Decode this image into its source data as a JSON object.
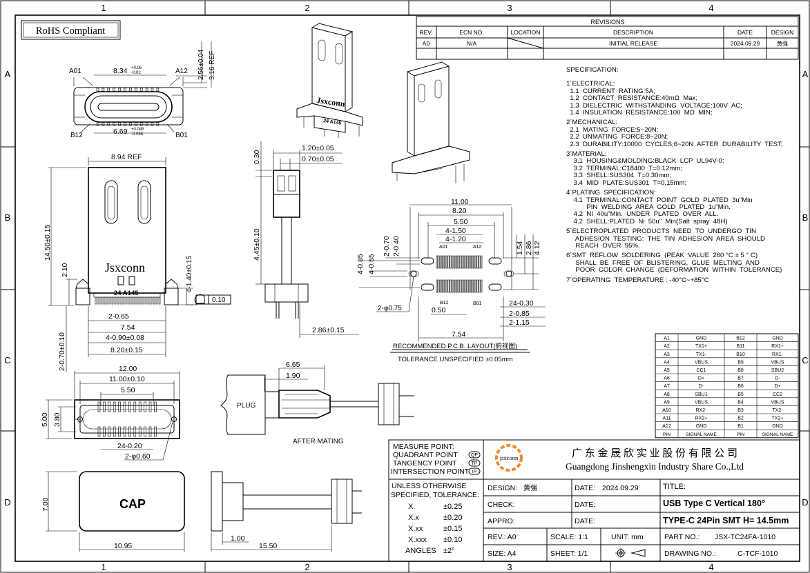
{
  "border": {
    "columns": [
      "1",
      "2",
      "3",
      "4"
    ],
    "rows": [
      "A",
      "B",
      "C",
      "D"
    ]
  },
  "rohs": "RoHS Compliant",
  "revisions": {
    "title": "REVISIONS",
    "headers": [
      "REV.",
      "ECN NO.",
      "LOCATION",
      "DESCRIPTION",
      "DATE",
      "DESIGN"
    ],
    "row": [
      "A0",
      "N/A",
      "",
      "INITIAL RELEASE",
      "2024.09.29",
      "黄强"
    ]
  },
  "spec": {
    "heading": "SPECIFICATION:",
    "lines": [
      "1´ELECTRICAL:",
      "  1.1  CURRENT  RATING:5A;",
      "  1.2  CONTACT  RESISTANCE:40mΩ  Max;",
      "  1.3  DIELECTRIC  WITHSTANDING  VOLTAGE:100V  AC;",
      "  1.4  INSULATION  RESISTANCE:100  MΩ  MIN;",
      "",
      "2´MECHANICAL:",
      "  2.1  MATING  FORCE:5~20N;",
      "  2.2  UNMATING  FORCE:8~20N;",
      "  2.3  DURABILITY:10000  CYCLES;6~20N  AFTER  DURABILITY  TEST;",
      "",
      "3´MATERIAL:",
      "    3.1  HOUSING&MOLDING:BLACK  LCP  UL94V-0;",
      "    3.2  TERMINAL:C18400  T=0.12mm;",
      "    3.3  SHELL:SUS304  T=0.30mm;",
      "    3.4  MID  PLATE:SUS301  T=0.15mm;",
      "",
      "4´PLATING  SPECIFICATION:",
      "    4.1  TERMINAL:CONTACT  POINT  GOLD  PLATED  3u\"Min",
      "           PIN  WELDING  AREA  GOLD  PLATED  1u\"Min.",
      "    4.2  NI  40u\"Min.  UNDER  PLATED  OVER  ALL.",
      "    4.2  SHELL:PLATED  Ni  50u\"  Min(Salt  spray  48H)",
      "",
      "5´ELECTROPLATED  PRODUCTS  NEED  TO  UNDERGO  TIN",
      "     ADHESION  TESTING:  THE  TIN  ADHESION  AREA  SHOULD",
      "     REACH  OVER  95%.",
      "",
      "6´SMT  REFLOW  SOLDERING  (PEAK  VALUE  260 °C ± 5 ° C)",
      "     SHALL  BE  FREE  OF  BLISTERING,  GLUE  MELTING  AND",
      "     POOR  COLOR  CHANGE  (DEFORMATION  WITHIN  TOLERANCE)",
      "",
      "7´OPERATING  TEMPERATURE : -40°C~+85°C"
    ]
  },
  "pin_table": {
    "rows": [
      [
        "A1",
        "GND",
        "B12",
        "GND"
      ],
      [
        "A2",
        "TX1+",
        "B11",
        "RX1+"
      ],
      [
        "A3",
        "TX1-",
        "B10",
        "RX1-"
      ],
      [
        "A4",
        "VBUS",
        "B9",
        "VBUS"
      ],
      [
        "A5",
        "CC1",
        "B8",
        "SBU2"
      ],
      [
        "A6",
        "D+",
        "B7",
        "D-"
      ],
      [
        "A7",
        "D-",
        "B6",
        "D+"
      ],
      [
        "A8",
        "SBU1",
        "B5",
        "CC2"
      ],
      [
        "A9",
        "VBUS",
        "B4",
        "VBUS"
      ],
      [
        "A10",
        "RX2-",
        "B3",
        "TX2-"
      ],
      [
        "A11",
        "RX2+",
        "B2",
        "TX2+"
      ],
      [
        "A12",
        "GND",
        "B1",
        "GND"
      ]
    ],
    "footer": [
      "PIN",
      "SIGNAL NAME",
      "PIN",
      "SIGNAL NAME"
    ]
  },
  "views": {
    "top": {
      "a01": "A01",
      "a12": "A12",
      "b12": "B12",
      "b01": "B01",
      "w1": "8.34",
      "w1_tol_up": "+0.06",
      "w1_tol_dn": "-0.02",
      "w2": "6.69",
      "w2_tol_up": "+0.045",
      "w2_tol_dn": "-0.055",
      "h1": "2.56±0.04",
      "h2": "3.16 REF"
    },
    "front": {
      "width_ref": "8.94 REF",
      "height": "14.50±0.15",
      "h_small": "2.10",
      "brand": "Jsxconn",
      "marking": "24  A145",
      "side": "4-1.40±0.15",
      "flat": "0.10",
      "d1": "2-0.65",
      "d2": "7.54",
      "d3": "4-0.90±0.08",
      "d4": "8.20±0.15",
      "d5": "2-0.70±0.10"
    },
    "side": {
      "d1": "1.20±0.05",
      "d2": "0.70±0.05",
      "d3": "0.30",
      "d4": "4.45±0.10",
      "d5": "2.86±0.15"
    },
    "pcb": {
      "d1": "11.00",
      "d2": "8.20",
      "d3": "5.50",
      "d4": "4-1.50",
      "d5": "4-1.20",
      "d6": "2-0.70",
      "d7": "2-0.40",
      "d8": "4-0.85",
      "d9": "4-0.55",
      "d10": "1.54",
      "d11": "2.86",
      "d12": "4.12",
      "a01": "A01",
      "a12": "A12",
      "b12": "B12",
      "b01": "B01",
      "d13": "24-0.30",
      "d14": "2-0.85",
      "d15": "2-1.15",
      "d16": "0.50",
      "d17": "2-φ0.75",
      "d18": "7.54",
      "caption": "RECOMMENDED    P.C.B.  LAYOUT(俯视图)",
      "tolerance": "TOLERANCE  UNSPECIFIED  ±0.05mm"
    },
    "bottom": {
      "d1": "12.00",
      "d2": "11.00±0.10",
      "d3": "5.50",
      "d4": "5.00",
      "d5": "3.80",
      "d6": "24-0.20",
      "d7": "2-φ0.60"
    },
    "mating": {
      "d1": "6.65",
      "d2": "1.90",
      "plug": "PLUG",
      "caption": "AFTER  MATING"
    },
    "cap": {
      "label": "CAP",
      "d1": "7.00",
      "d2": "10.95",
      "d3": "1.00",
      "d4": "15.50"
    }
  },
  "title_block": {
    "measure": [
      "MEASURE  POINT:",
      "QUADRANT  POINT",
      "TANGENCY  POINT",
      "INTERSECTION  POINT"
    ],
    "measure_sym": [
      "QP",
      "TP",
      "IP"
    ],
    "logo": "jsxconn",
    "company_cn": "广 东 金 晟 欣 实 业 股 份 有 限 公 司",
    "company_en": "Guangdong  Jinshengxin  Industry  Share  Co.,Ltd",
    "tol_head": [
      "UNLESS  OTHERWISE",
      "SPECIFIED,  TOLERANCE:"
    ],
    "tolerances": [
      [
        "X.",
        "±0.25"
      ],
      [
        "X.x",
        "±0.20"
      ],
      [
        "X.xx",
        "±0.15"
      ],
      [
        "X.xxx",
        "±0.10"
      ],
      [
        "ANGLES",
        "±2°"
      ]
    ],
    "design_label": "DESIGN:",
    "design_value": "黄强",
    "check_label": "CHECK:",
    "appro_label": "APPRO:",
    "date_label": "DATE:",
    "date_value": "2024.09.29",
    "rev_label": "REV.:  A0",
    "scale_label": "SCALE:  1:1",
    "unit_label": "UNIT:  mm",
    "size_label": "SIZE:  A4",
    "sheet_label": "SHEET:  1/1",
    "title_label": "TITLE:",
    "title1": "USB Type C Vertical 180°",
    "title2": "TYPE-C 24Pin SMT H= 14.5mm",
    "part_label": "PART  NO.:",
    "part_value": "JSX-TC24FA-1010",
    "drawing_label": "DRAWING  NO.:",
    "drawing_value": "C-TCF-1010"
  }
}
